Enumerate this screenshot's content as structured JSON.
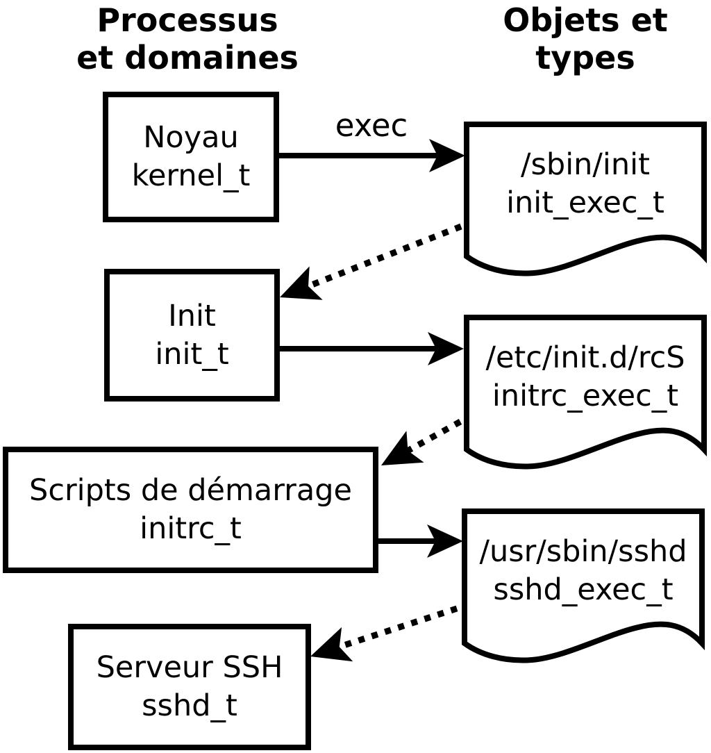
{
  "columns": {
    "left": {
      "line1": "Processus",
      "line2": "et domaines"
    },
    "right": {
      "line1": "Objets et",
      "line2": "types"
    }
  },
  "processes": [
    {
      "name": "Noyau",
      "domain": "kernel_t"
    },
    {
      "name": "Init",
      "domain": "init_t"
    },
    {
      "name": "Scripts de démarrage",
      "domain": "initrc_t"
    },
    {
      "name": "Serveur SSH",
      "domain": "sshd_t"
    }
  ],
  "objects": [
    {
      "path": "/sbin/init",
      "type": "init_exec_t"
    },
    {
      "path": "/etc/init.d/rcS",
      "type": "initrc_exec_t"
    },
    {
      "path": "/usr/sbin/sshd",
      "type": "sshd_exec_t"
    }
  ],
  "arrows": {
    "exec_label": "exec"
  },
  "colors": {
    "foreground": "#000000",
    "background": "#ffffff"
  }
}
